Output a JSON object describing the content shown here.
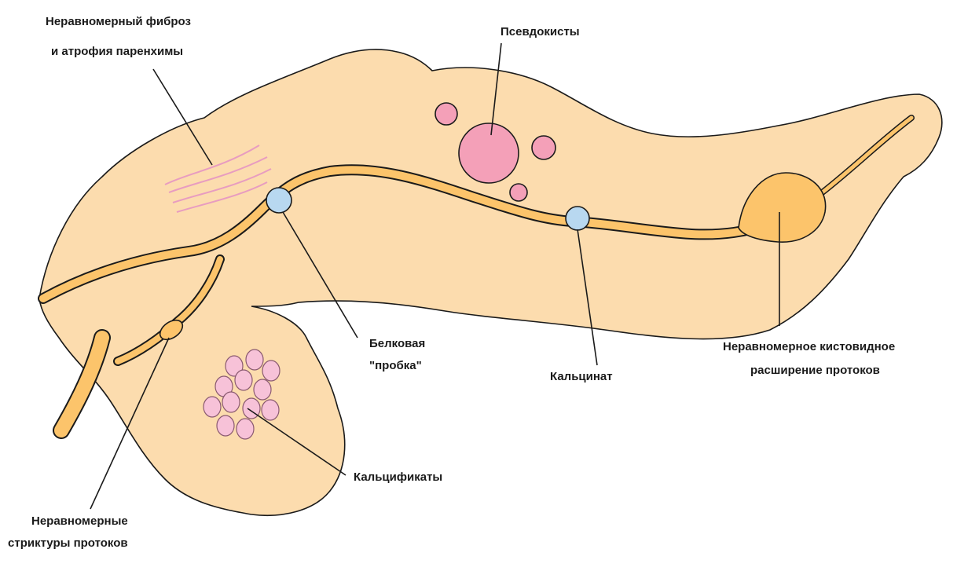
{
  "labels": {
    "fibrosis_line1": "Неравномерный фиброз",
    "fibrosis_line2": "и атрофия паренхимы",
    "pseudocysts": "Псевдокисты",
    "protein_plug_line1": "Белковая",
    "protein_plug_line2": "\"пробка\"",
    "calculus": "Кальцинат",
    "cystic_dilation_line1": "Неравномерное кистовидное",
    "cystic_dilation_line2": "расширение протоков",
    "calcifications": "Кальцификаты",
    "strictures_line1": "Неравномерные",
    "strictures_line2": "стриктуры протоков"
  },
  "colors": {
    "parenchyma": "#fcdcae",
    "duct": "#fcc46b",
    "pseudocyst": "#f4a0b8",
    "calcification": "#f7c2d8",
    "plug": "#b8d8f0",
    "fibrosis": "#e89cc0",
    "outline": "#1a1a1a",
    "text": "#1a1a1a"
  }
}
